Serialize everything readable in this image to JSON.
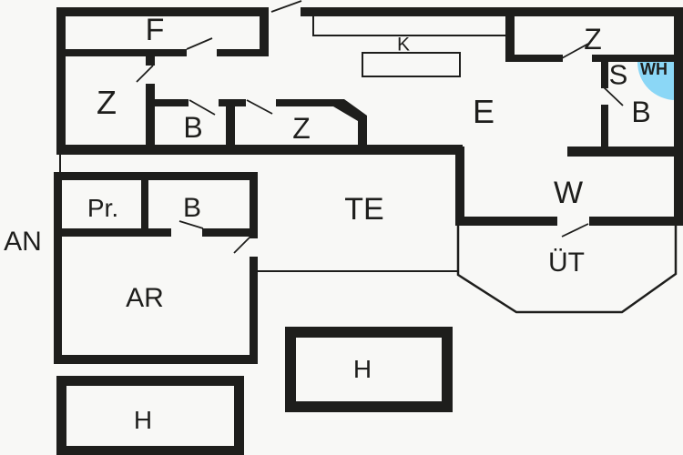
{
  "plan": {
    "type": "floor-plan",
    "colors": {
      "wall": "#1e1e1c",
      "background": "#f8f8f6",
      "thin_line": "#1e1e1c",
      "water_heater_blue": "#8bd7f6"
    },
    "rooms": {
      "f": {
        "label": "F"
      },
      "z_upper_left": {
        "label": "Z"
      },
      "b_upper": {
        "label": "B"
      },
      "z_middle": {
        "label": "Z"
      },
      "k": {
        "label": "K"
      },
      "e": {
        "label": "E"
      },
      "z_top_right": {
        "label": "Z"
      },
      "s": {
        "label": "S"
      },
      "wh": {
        "label": "WH"
      },
      "b_right": {
        "label": "B"
      },
      "w": {
        "label": "W"
      },
      "te": {
        "label": "TE"
      },
      "uet": {
        "label": "ÜT"
      },
      "pr": {
        "label": "Pr."
      },
      "b_lower": {
        "label": "B"
      },
      "an": {
        "label": "AN"
      },
      "ar": {
        "label": "AR"
      },
      "h_center": {
        "label": "H"
      },
      "h_lower": {
        "label": "H"
      }
    }
  }
}
